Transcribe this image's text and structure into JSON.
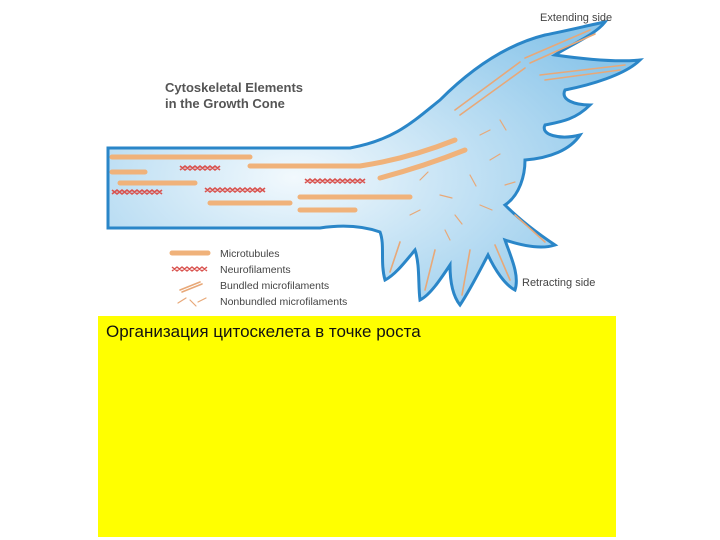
{
  "diagram": {
    "title_line1": "Cytoskeletal Elements",
    "title_line2": "in the Growth Cone",
    "extending_side": "Extending side",
    "retracting_side": "Retracting side",
    "legend": [
      {
        "label": "Microtubules",
        "kind": "microtubule"
      },
      {
        "label": "Neurofilaments",
        "kind": "neurofilament"
      },
      {
        "label": "Bundled microfilaments",
        "kind": "bundled"
      },
      {
        "label": "Nonbundled microfilaments",
        "kind": "nonbundled"
      }
    ],
    "colors": {
      "membrane": "#2a86c8",
      "cytoplasm": "#bfe0f3",
      "microtubule": "#f0b27a",
      "neurofilament": "#d9534f",
      "microfilament": "#e8a878"
    }
  },
  "caption": {
    "text": "Организация цитоскелета в точке роста",
    "background": "#ffff00"
  }
}
